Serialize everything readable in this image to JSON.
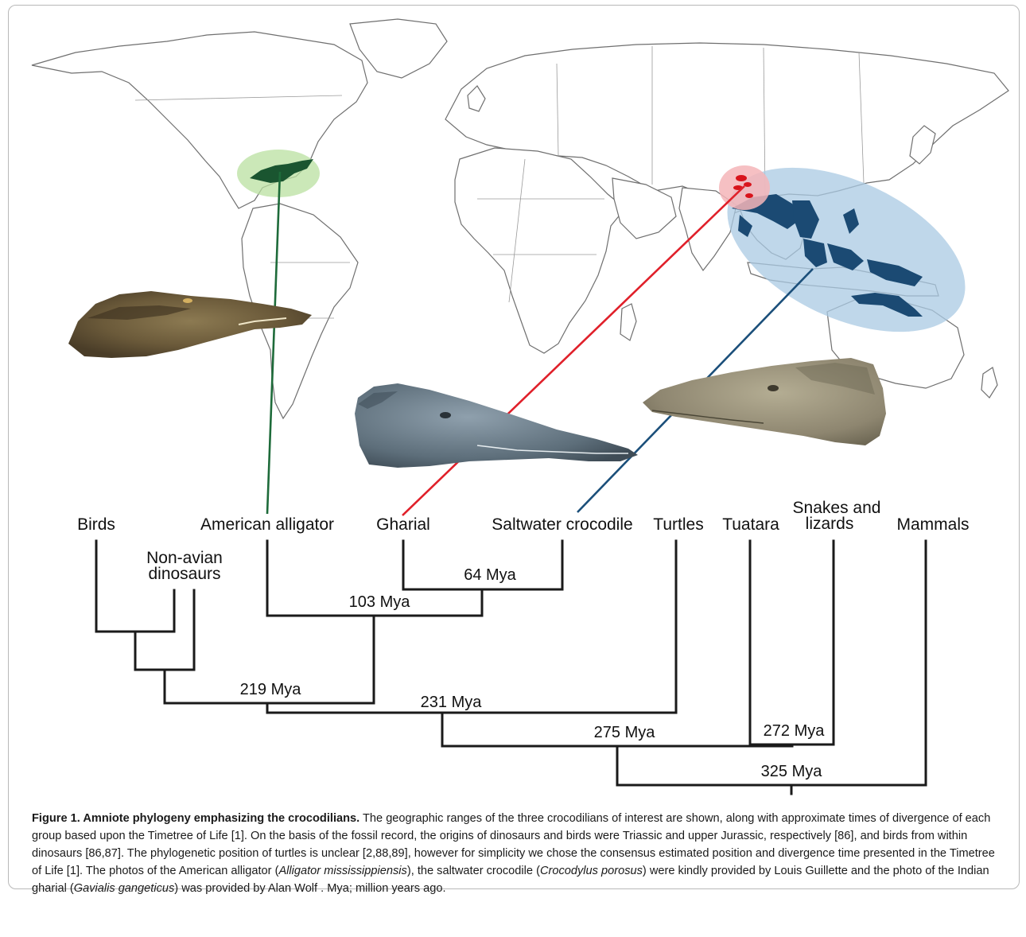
{
  "figure": {
    "taxa": {
      "birds": "Birds",
      "non_avian_dinosaurs": [
        "Non-avian",
        "dinosaurs"
      ],
      "american_alligator": "American alligator",
      "gharial": "Gharial",
      "saltwater_crocodile": "Saltwater crocodile",
      "turtles": "Turtles",
      "tuatara": "Tuatara",
      "snakes_and_lizards": [
        "Snakes and",
        "lizards"
      ],
      "mammals": "Mammals"
    },
    "divergence_times": {
      "gharial_saltwater": "64 Mya",
      "alligator_crocs": "103 Mya",
      "archosaurs": "219 Mya",
      "archelosaurs": "231 Mya",
      "lepidosaurs": "272 Mya",
      "diapsids": "275 Mya",
      "amniotes": "325 Mya"
    },
    "colors": {
      "alligator_line": "#1e6b3a",
      "gharial_line": "#e0202a",
      "crocodile_line": "#1b4f7a",
      "alligator_range": "#1a5530",
      "alligator_halo": "#b9e0a0",
      "gharial_range": "#d8141c",
      "gharial_halo": "#f4b5b8",
      "crocodile_range": "#1b4a73",
      "crocodile_halo": "#a9c9e3"
    },
    "icons": [
      "alligator-photo",
      "gharial-photo",
      "saltwater-crocodile-photo",
      "world-map"
    ]
  },
  "caption": {
    "label": "Figure 1. Amniote phylogeny emphasizing the crocodilians.",
    "part1": " The geographic ranges of the three crocodilians of interest are shown, along with approximate times of divergence of each group based upon the Timetree of Life [1]. On the basis of the fossil record, the origins of dinosaurs and birds were Triassic and upper Jurassic, respectively [86], and birds from within dinosaurs [86,87]. The phylogenetic position of turtles is unclear [2,88,89], however for simplicity we chose the consensus estimated position and divergence time presented in the Timetree of Life [1]. The photos of the American alligator (",
    "species1": "Alligator mississippiensis",
    "part2": "), the saltwater crocodile (",
    "species2": "Crocodylus porosus",
    "part3": ") were kindly provided by Louis Guillette and the photo of the Indian gharial (",
    "species3": "Gavialis gangeticus",
    "part4": ") was provided by Alan Wolf . Mya; million years ago."
  }
}
